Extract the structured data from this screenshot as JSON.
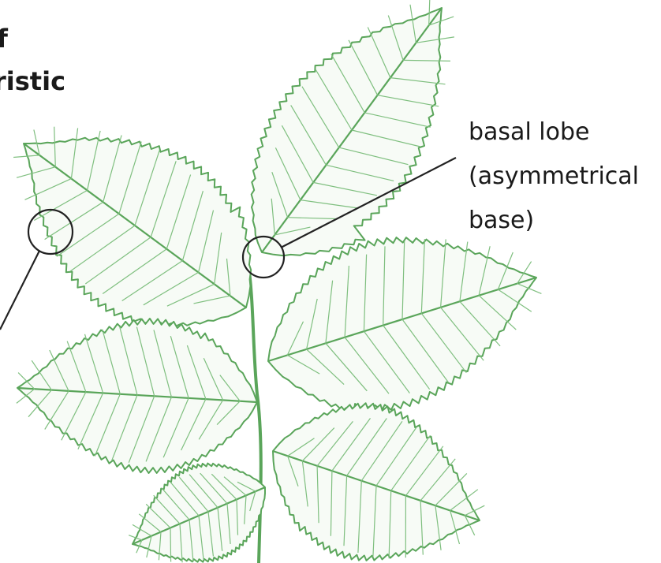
{
  "title": {
    "line1": "f",
    "line2": "ristic"
  },
  "callout": {
    "line1": "basal lobe",
    "line2": "(asymmetrical",
    "line3": "base)"
  },
  "colors": {
    "leaf": "#5aa55a",
    "leaf_vein": "#7fbf7f",
    "text": "#1a1a1a",
    "callout_line": "#222222",
    "background": "#ffffff"
  }
}
